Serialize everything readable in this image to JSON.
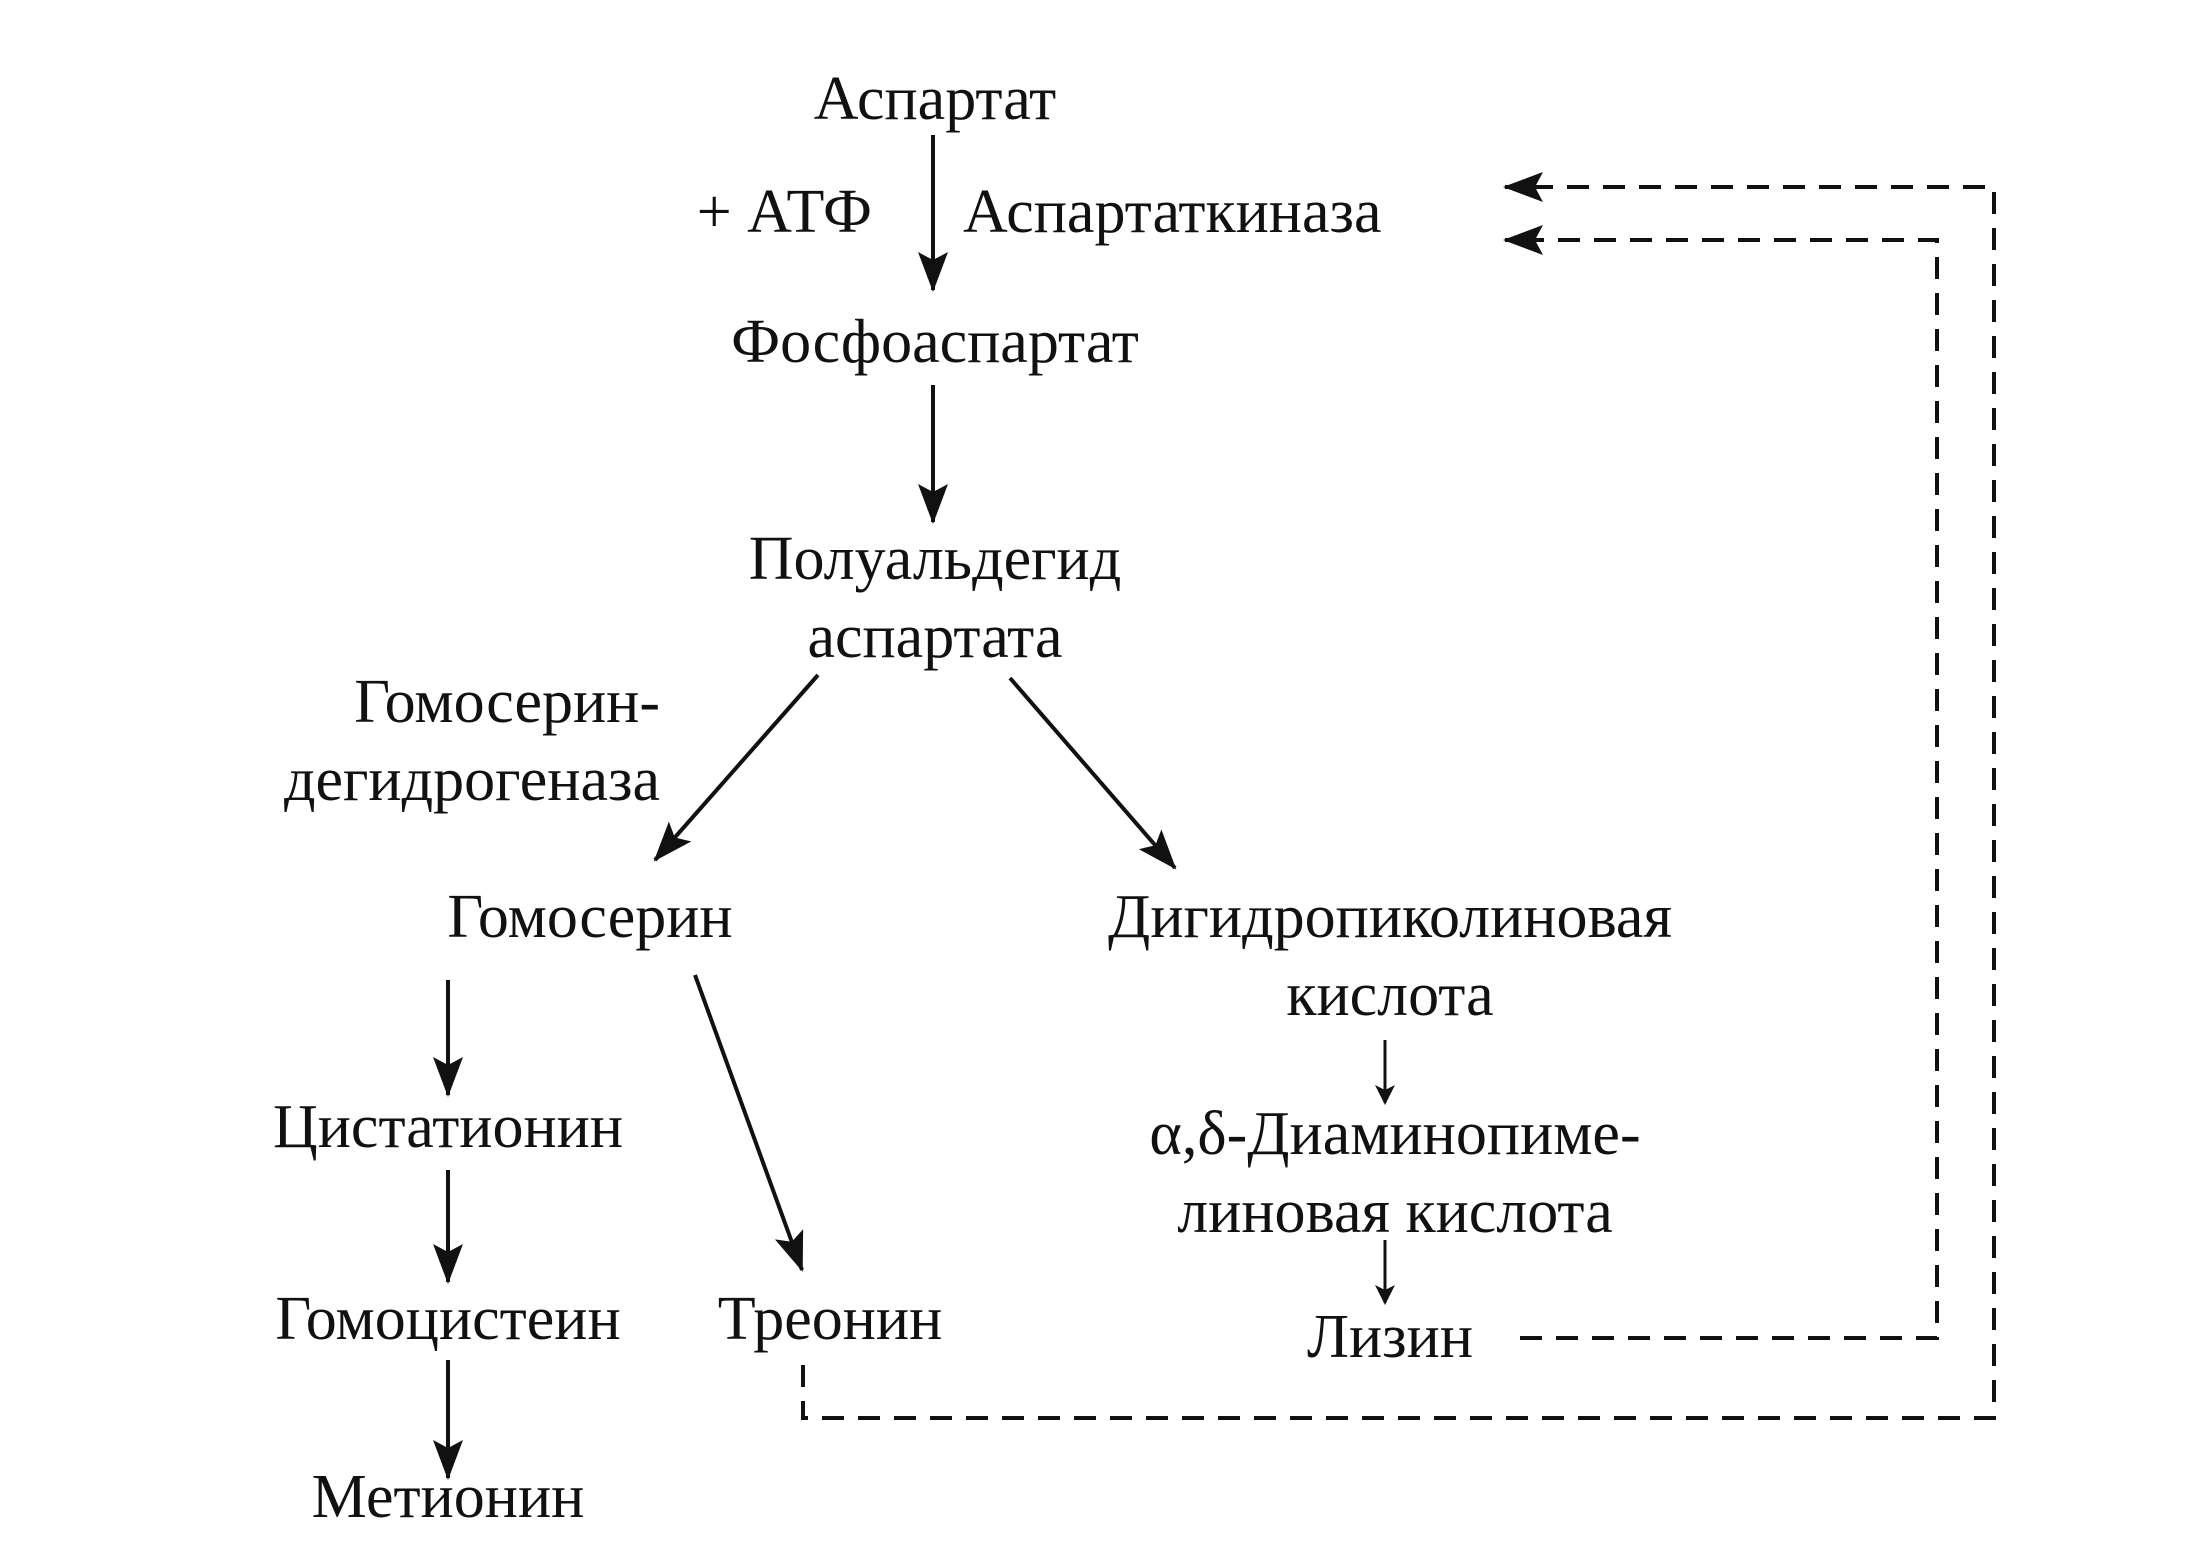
{
  "nodes": {
    "aspartate": "Аспартат",
    "phosphoaspartate": "Фосфоаспартат",
    "semialdehyde_line1": "Полуальдегид",
    "semialdehyde_line2": "аспартата",
    "homoserine": "Гомосерин",
    "dihydropicolinic_line1": "Дигидропиколиновая",
    "dihydropicolinic_line2": "кислота",
    "diaminopimelic_line1": "α,δ-Диаминопиме-",
    "diaminopimelic_line2": "линовая кислота",
    "lysine": "Лизин",
    "cystathionine": "Цистатионин",
    "homocysteine": "Гомоцистеин",
    "threonine": "Треонин",
    "methionine": "Метионин"
  },
  "annotations": {
    "atp": "+ АТФ",
    "aspartate_kinase": "Аспартаткиназа",
    "homoserine_dh_line1": "Гомосерин-",
    "homoserine_dh_line2": "дегидрогеназа"
  },
  "colors": {
    "ink": "#111111",
    "background": "#ffffff"
  }
}
